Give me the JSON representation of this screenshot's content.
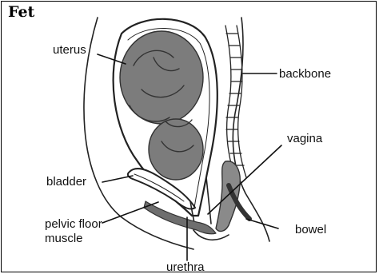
{
  "title": "Fet",
  "labels": {
    "uterus": "uterus",
    "backbone": "backbone",
    "vagina": "vagina",
    "bladder": "bladder",
    "pelvic_floor_line1": "pelvic floor",
    "pelvic_floor_line2": "muscle",
    "bowel": "bowel",
    "urethra": "urethra"
  },
  "colors": {
    "line": "#222222",
    "shade": "#8a8a8a",
    "muscle": "#6e6e6e",
    "background": "#ffffff"
  }
}
